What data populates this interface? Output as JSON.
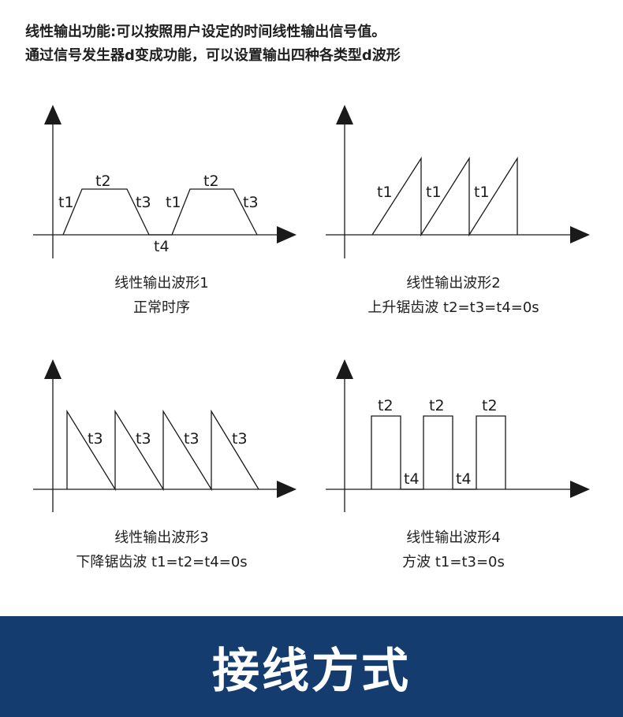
{
  "intro": {
    "line1": "线性输出功能:可以按照用户设定的时间线性输出信号值。",
    "line2": "通过信号发生器d变成功能，可以设置输出四种各类型d波形"
  },
  "diagrams": [
    {
      "caption_title": "线性输出波形1",
      "caption_sub": "正常时序",
      "labels": [
        "t1",
        "t2",
        "t3",
        "t4",
        "t1",
        "t2",
        "t3"
      ]
    },
    {
      "caption_title": "线性输出波形2",
      "caption_sub": "上升锯齿波 t2=t3=t4=0s",
      "labels": [
        "t1",
        "t1",
        "t1"
      ]
    },
    {
      "caption_title": "线性输出波形3",
      "caption_sub": "下降锯齿波 t1=t2=t4=0s",
      "labels": [
        "t3",
        "t3",
        "t3",
        "t3"
      ]
    },
    {
      "caption_title": "线性输出波形4",
      "caption_sub": "方波 t1=t3=0s",
      "labels": [
        "t2",
        "t2",
        "t2",
        "t4",
        "t4"
      ]
    }
  ],
  "banner": {
    "title": "接线方式"
  }
}
